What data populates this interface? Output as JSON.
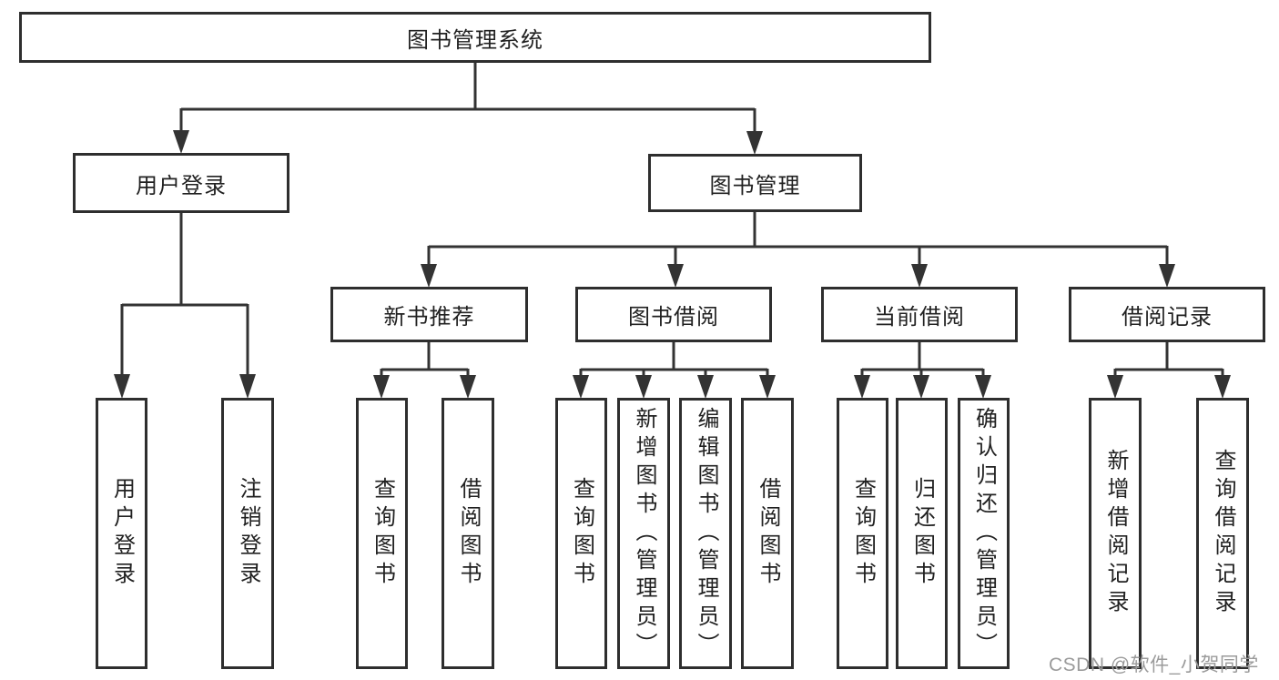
{
  "diagram": {
    "title": "图书管理系统",
    "root": {
      "label": "图书管理系统"
    },
    "branches": [
      {
        "label": "用户登录",
        "children": [
          {
            "label": "用户登录"
          },
          {
            "label": "注销登录"
          }
        ]
      },
      {
        "label": "图书管理",
        "children": [
          {
            "label": "新书推荐",
            "children": [
              {
                "label": "查询图书"
              },
              {
                "label": "借阅图书"
              }
            ]
          },
          {
            "label": "图书借阅",
            "children": [
              {
                "label": "查询图书"
              },
              {
                "label": "新增图书（管理员）"
              },
              {
                "label": "编辑图书（管理员）"
              },
              {
                "label": "借阅图书"
              }
            ]
          },
          {
            "label": "当前借阅",
            "children": [
              {
                "label": "查询图书"
              },
              {
                "label": "归还图书"
              },
              {
                "label": "确认归还（管理员）"
              }
            ]
          },
          {
            "label": "借阅记录",
            "children": [
              {
                "label": "新增借阅记录"
              },
              {
                "label": "查询借阅记录"
              }
            ]
          }
        ]
      }
    ]
  },
  "watermark": {
    "text": "CSDN @软件_小贺同学"
  },
  "colors": {
    "line": "#333333",
    "box_border": "#2e2e2e",
    "text": "#212121",
    "watermark": "#9b9b9b",
    "background": "#ffffff"
  }
}
